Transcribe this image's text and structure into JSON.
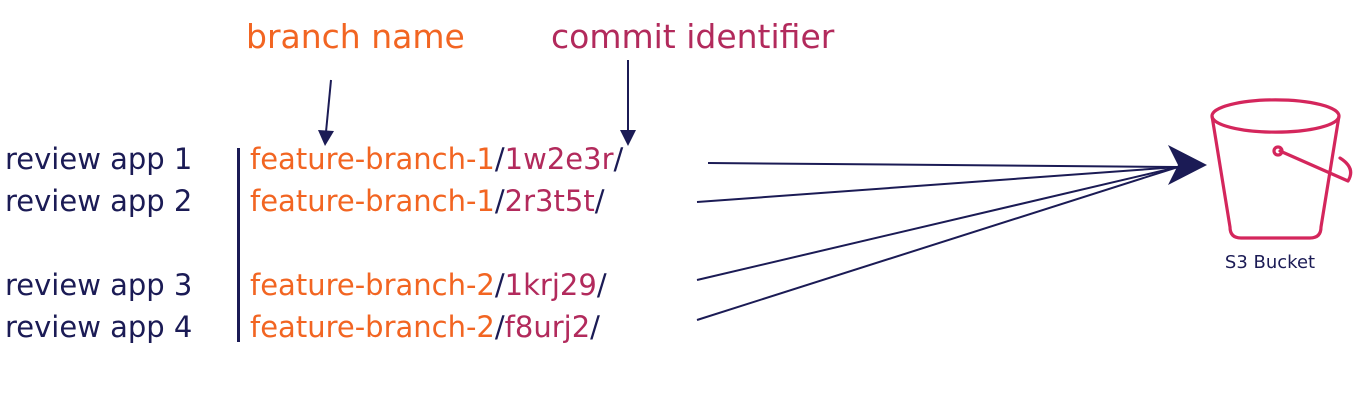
{
  "colors": {
    "text_dark": "#1b1b55",
    "branch": "#f26522",
    "commit": "#b22a5c",
    "bucket": "#d4265c",
    "arrow": "#1b1b55"
  },
  "annotations": {
    "branch_name": "branch name",
    "commit_identifier": "commit identifier"
  },
  "rows": [
    {
      "label": "review app 1",
      "branch": "feature-branch-1",
      "sep": "/",
      "commit": "1w2e3r",
      "end": "/"
    },
    {
      "label": "review app 2",
      "branch": "feature-branch-1",
      "sep": "/",
      "commit": "2r3t5t",
      "end": "/"
    },
    {
      "label": "review app 3",
      "branch": "feature-branch-2",
      "sep": "/",
      "commit": "1krj29",
      "end": "/"
    },
    {
      "label": "review app 4",
      "branch": "feature-branch-2",
      "sep": "/",
      "commit": "f8urj2",
      "end": "/"
    }
  ],
  "bucket": {
    "icon": "s3-bucket-icon",
    "label": "S3 Bucket"
  }
}
